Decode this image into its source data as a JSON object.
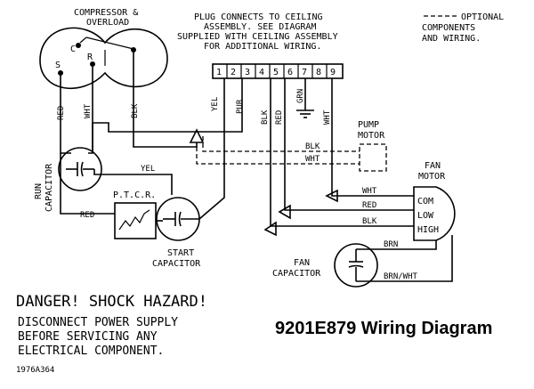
{
  "compressor": {
    "label_line1": "COMPRESSOR &",
    "label_line2": "OVERLOAD",
    "terminal_c": "C",
    "terminal_s": "S",
    "terminal_r": "R"
  },
  "plug_note": {
    "line1": "PLUG CONNECTS TO CEILING",
    "line2": "ASSEMBLY.  SEE DIAGRAM",
    "line3": "SUPPLIED WITH CEILING ASSEMBLY",
    "line4": "FOR ADDITIONAL WIRING."
  },
  "legend": {
    "dashes": "-------",
    "line1": "OPTIONAL",
    "line2": "COMPONENTS",
    "line3": "AND WIRING."
  },
  "plug_pins": [
    "1",
    "2",
    "3",
    "4",
    "5",
    "6",
    "7",
    "8",
    "9"
  ],
  "wires": {
    "red": "RED",
    "wht": "WHT",
    "blk": "BLK",
    "yel": "YEL",
    "pur": "PUR",
    "grn": "GRN",
    "brn": "BRN",
    "brn_wht": "BRN/WHT"
  },
  "run_capacitor": {
    "line1": "RUN",
    "line2": "CAPACITOR"
  },
  "ptcr": {
    "label": "P.T.C.R."
  },
  "start_capacitor": {
    "line1": "START",
    "line2": "CAPACITOR"
  },
  "pump_motor": {
    "line1": "PUMP",
    "line2": "MOTOR"
  },
  "fan_motor": {
    "line1": "FAN",
    "line2": "MOTOR",
    "com": "COM",
    "low": "LOW",
    "high": "HIGH"
  },
  "fan_capacitor": {
    "line1": "FAN",
    "line2": "CAPACITOR"
  },
  "warning": {
    "danger": "DANGER! SHOCK HAZARD!",
    "line1": "DISCONNECT POWER SUPPLY",
    "line2": "BEFORE SERVICING ANY",
    "line3": "ELECTRICAL COMPONENT."
  },
  "title": "9201E879 Wiring Diagram",
  "part_number": "1976A364"
}
